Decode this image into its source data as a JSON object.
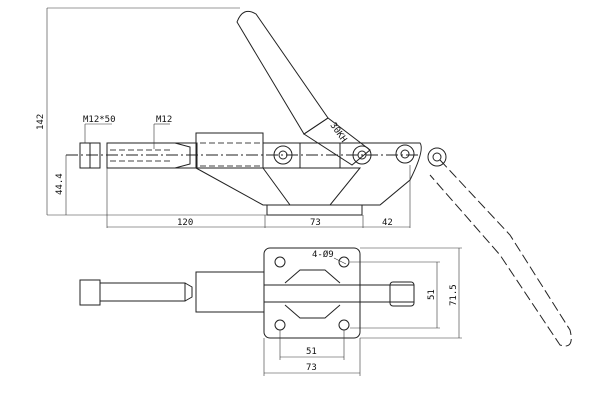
{
  "side_view": {
    "dim_total_height": "142",
    "dim_height": "44.4",
    "dim_plunger": "120",
    "dim_base": "73",
    "dim_handle": "42",
    "label_thread_nut": "M12*50",
    "label_thread": "M12",
    "handle_mark": "30KH"
  },
  "top_view": {
    "holes": "4-Ø9",
    "dim_hole_spacing_x": "51",
    "dim_base_width": "73",
    "dim_hole_spacing_y": "51",
    "dim_base_depth": "71.5"
  }
}
